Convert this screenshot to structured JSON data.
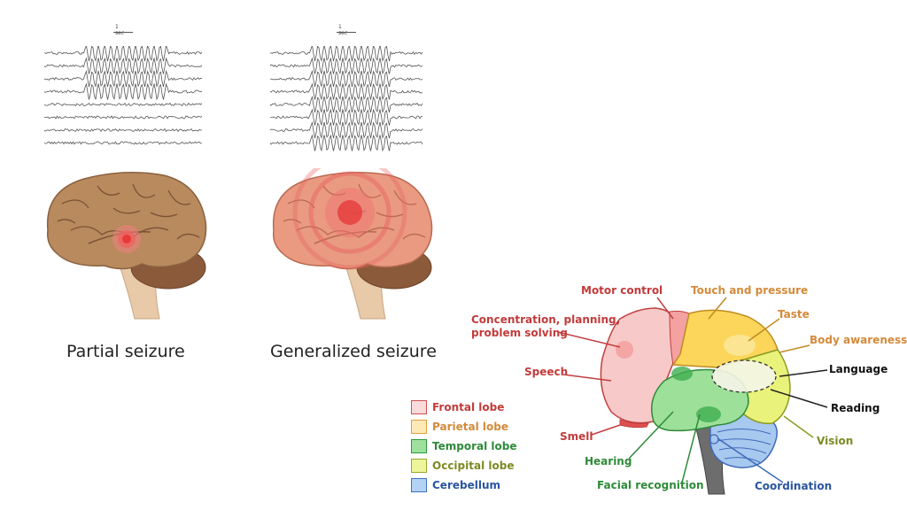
{
  "left_panel": {
    "scale_label": "1 sec",
    "partial": {
      "caption": "Partial seizure"
    },
    "generalized": {
      "caption": "Generalized seizure"
    }
  },
  "right_panel": {
    "labels": {
      "motor_control": "Motor control",
      "touch_pressure": "Touch and pressure",
      "taste": "Taste",
      "body_awareness": "Body awareness",
      "concentration": "Concentration, planning,",
      "concentration2": "problem solving",
      "language": "Language",
      "speech": "Speech",
      "reading": "Reading",
      "smell": "Smell",
      "vision": "Vision",
      "hearing": "Hearing",
      "facial_recognition": "Facial recognition",
      "coordination": "Coordination"
    },
    "legend": [
      {
        "label": "Frontal lobe",
        "color": "#c23b3b",
        "fill": "#fbdada",
        "border": "#d05050"
      },
      {
        "label": "Parietal lobe",
        "color": "#d58a3a",
        "fill": "#fde9b8",
        "border": "#e0a040"
      },
      {
        "label": "Temporal lobe",
        "color": "#2f8a3a",
        "fill": "#9fe09f",
        "border": "#2f9a3a"
      },
      {
        "label": "Occipital lobe",
        "color": "#7d8a22",
        "fill": "#ecf59a",
        "border": "#9aa830"
      },
      {
        "label": "Cerebellum",
        "color": "#2a55a0",
        "fill": "#b4d3f4",
        "border": "#4070c0"
      }
    ]
  }
}
